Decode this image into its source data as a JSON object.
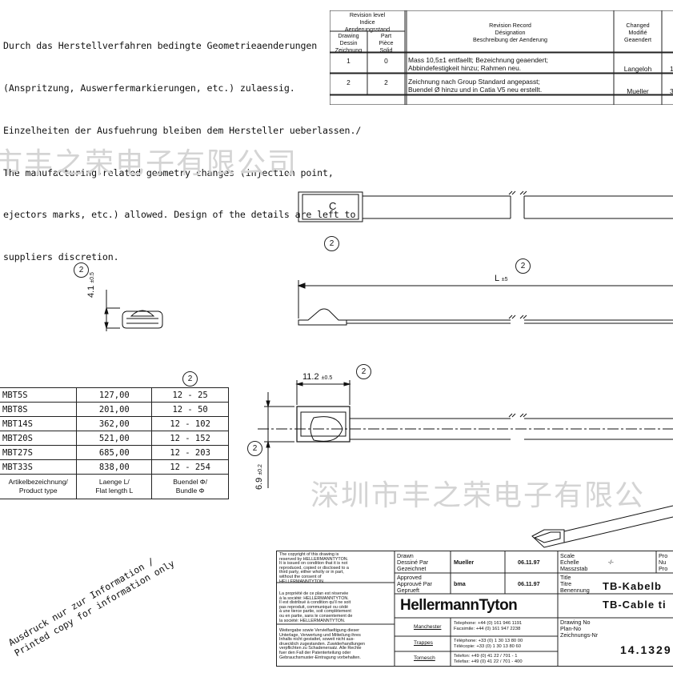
{
  "note": {
    "lines": [
      "Durch das Herstellverfahren bedingte Geometrieaenderungen",
      "(Anspritzung, Auswerfermarkierungen, etc.) zulaessig.",
      "Einzelheiten der Ausfuehrung bleiben dem Hersteller ueberlassen./",
      "The manufacturing-related geometry changes (injection point,",
      "ejectors marks, etc.) allowed. Design of the details are left to",
      "suppliers discretion."
    ]
  },
  "revision": {
    "h_level": [
      "Revision level",
      "Indice",
      "Aenderungsstand"
    ],
    "h_drawing": [
      "Drawing",
      "Dessin",
      "Zeichnung"
    ],
    "h_part": [
      "Part",
      "Pièce",
      "Solid"
    ],
    "h_record": [
      "Revision Record",
      "Désignation",
      "Beschreibung der Aenderung"
    ],
    "h_changed": [
      "Changed",
      "Modifié",
      "Geaendert"
    ],
    "rows": [
      {
        "drawing": "1",
        "part": "0",
        "text": [
          "Mass 10,5±1 entfaellt; Bezeichnung geaendert;",
          "Abbindefestigkeit hinzu; Rahmen neu."
        ],
        "by": "Langeloh",
        "extra": "1"
      },
      {
        "drawing": "2",
        "part": "2",
        "text": [
          "Zeichnung nach Group Standard angepasst;",
          "Buendel Ø hinzu und in Catia V5 neu erstellt."
        ],
        "by": "Mueller",
        "extra": "3"
      }
    ]
  },
  "watermark": {
    "top": "市丰之荣电子有限公司",
    "mid": "深圳市丰之荣电子有限公"
  },
  "dims": {
    "rev_mark": "2",
    "thickness": "4.1",
    "thickness_tol": "±0.5",
    "length": "L",
    "length_tol": "±5",
    "head_len": "11.2",
    "head_len_tol": "±0.5",
    "width": "6.9",
    "width_tol": "±0.2",
    "head_symbol": "C"
  },
  "product_table": {
    "rev_mark": "2",
    "rows": [
      {
        "name": "MBT5S",
        "length": "127,00",
        "bundle": "12  -  25"
      },
      {
        "name": "MBT8S",
        "length": "201,00",
        "bundle": "12  -  50"
      },
      {
        "name": "MBT14S",
        "length": "362,00",
        "bundle": "12  -  102"
      },
      {
        "name": "MBT20S",
        "length": "521,00",
        "bundle": "12  -  152"
      },
      {
        "name": "MBT27S",
        "length": "685,00",
        "bundle": "12  -  203"
      },
      {
        "name": "MBT33S",
        "length": "838,00",
        "bundle": "12  -  254"
      }
    ],
    "footer": {
      "name": [
        "Artikelbezeichnung/",
        "Product type"
      ],
      "length": [
        "Laenge L/",
        "Flat length L"
      ],
      "bundle": [
        "Buendel Φ/",
        "Bundle Φ"
      ]
    }
  },
  "stamp": [
    "Ausdruck nur zur Information /",
    "Printed copy for information only"
  ],
  "title_block": {
    "copyright_en": [
      "The copyright of this drawing is",
      "reserved by HELLERMANNTYTON.",
      "It is issued on condition that it is not",
      "reproduced, copied or disclosed to a",
      "third party, either wholly or in part,",
      "without the consent of",
      "HELLERMANNTYTON."
    ],
    "copyright_fr": [
      "La propriété de ce plan est réservée",
      "à la société: HELLERMANNTYTON.",
      "Il est distribué à condition qu'il ne soit",
      "pas reproduit, communiqué ou cédé",
      "à une tierce partie, soit complètement",
      "ou en partie, sans le consentement de",
      "la société: HELLERMANNTYTON."
    ],
    "copyright_de": [
      "Weitergabe sowie Vervielfaeltigung dieser",
      "Unterlage, Verwertung und Mitteilung ihres",
      "Inhalts nicht gestattet, soweit nicht aus-",
      "druecklich zugestanden. Zuwiderhandlungen",
      "verpflichten zu Schadenersatz. Alle Rechte",
      "fuer den Fall der Patenterteilung oder",
      "Gebrauchsmuster-Eintragung vorbehalten."
    ],
    "drawn_labels": [
      "Drawn",
      "Dessiné Par",
      "Gezeichnet"
    ],
    "drawn_by": "Mueller",
    "drawn_date": "06.11.97",
    "approved_labels": [
      "Approved",
      "Approuvé Par",
      "Geprueft"
    ],
    "approved_by": "bma",
    "approved_date": "06.11.97",
    "scale_labels": [
      "Scale",
      "Echelle",
      "Masszstab"
    ],
    "scale_value": "-/-",
    "pro_labels": [
      "Pro",
      "Nu",
      "Pro"
    ],
    "title_labels": [
      "Title",
      "Titre",
      "Benennung"
    ],
    "title_de": "TB-Kabelb",
    "title_en": "TB-Cable ti",
    "logo": "HellermannTyton",
    "sites": [
      {
        "name": "Manchester",
        "lines": [
          "Telephone: +44 (0) 161 946 1191",
          "Facsimile: +44 (0) 161 947 2238"
        ]
      },
      {
        "name": "Trappes",
        "lines": [
          "Téléphone: +33 (0) 1 30 13 80 00",
          "Télécopie: +33 (0) 1 30 13 80 60"
        ]
      },
      {
        "name": "Tornesch",
        "lines": [
          "Telefon:   +49 (0) 41 22 / 701 - 1",
          "Telefax:   +49 (0) 41 22 / 701 - 400"
        ]
      }
    ],
    "drawing_no_labels": [
      "Drawing No",
      "Plan-No",
      "Zeichnungs-Nr"
    ],
    "drawing_no": "14.1329"
  }
}
